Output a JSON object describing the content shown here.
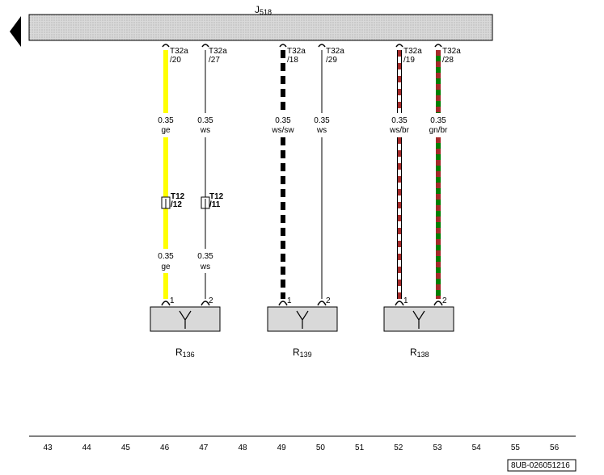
{
  "control_unit": {
    "letter": "J",
    "subscript": "518"
  },
  "wires": [
    {
      "id": "w20",
      "pin": "T32a",
      "pin_num": "/20",
      "gauge": "0.35",
      "color": "ge",
      "color_top": "#ffff00",
      "color_stripe": null,
      "conn": "T12",
      "conn_num": "/12",
      "gauge2": "0.35",
      "color2": "ge",
      "term": "1"
    },
    {
      "id": "w27",
      "pin": "T32a",
      "pin_num": "/27",
      "gauge": "0.35",
      "color": "ws",
      "color_top": "#000000",
      "color_stripe": null,
      "conn": "T12",
      "conn_num": "/11",
      "gauge2": "0.35",
      "color2": "ws",
      "term": "2"
    },
    {
      "id": "w18",
      "pin": "T32a",
      "pin_num": "/18",
      "gauge": "0.35",
      "color": "ws/sw",
      "color_top": "#000000",
      "color_stripe": "#ffffff",
      "term": "1"
    },
    {
      "id": "w29",
      "pin": "T32a",
      "pin_num": "/29",
      "gauge": "0.35",
      "color": "ws",
      "color_top": "#000000",
      "color_stripe": null,
      "term": "2"
    },
    {
      "id": "w19",
      "pin": "T32a",
      "pin_num": "/19",
      "gauge": "0.35",
      "color": "ws/br",
      "color_top": "#a52a2a",
      "color_stripe": "#ffffff",
      "term": "1"
    },
    {
      "id": "w28",
      "pin": "T32a",
      "pin_num": "/28",
      "gauge": "0.35",
      "color": "gn/br",
      "color_top": "#008000",
      "color_stripe": "#a52a2a",
      "term": "2"
    }
  ],
  "components": [
    {
      "letter": "R",
      "subscript": "136"
    },
    {
      "letter": "R",
      "subscript": "139"
    },
    {
      "letter": "R",
      "subscript": "138"
    }
  ],
  "columns": [
    "43",
    "44",
    "45",
    "46",
    "47",
    "48",
    "49",
    "50",
    "51",
    "52",
    "53",
    "54",
    "55",
    "56"
  ],
  "doc_id": "8UB-026051216"
}
